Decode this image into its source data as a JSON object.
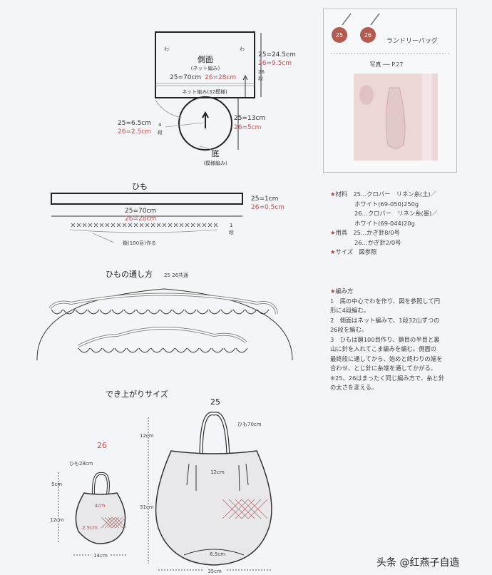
{
  "side_diagram": {
    "wa_left": "わ",
    "wa_right": "わ",
    "title": "側面",
    "subtitle": "(ネット編み)",
    "width_25": "25=70cm",
    "width_26": "26=28cm",
    "band": "ネット編み(32模様)",
    "height_25": "25=24.5cm",
    "height_26": "26=9.5cm",
    "rows_26": "26",
    "rows_unit": "段"
  },
  "bottom_diagram": {
    "radius_25": "25=6.5cm",
    "radius_26": "26=2.5cm",
    "rows": "4",
    "rows_unit": "段",
    "diameter_25": "25=13cm",
    "diameter_26": "26=5cm",
    "title": "底",
    "subtitle": "(模様編み)"
  },
  "cord_diagram": {
    "title": "ひも",
    "width_25": "25=1cm",
    "width_26": "26=0.5cm",
    "length_25": "25=70cm",
    "length_26": "26=28cm",
    "rows": "1",
    "rows_unit": "段",
    "chain_note": "鎖(100目)作る"
  },
  "threading": {
    "title": "ひもの通し方",
    "note": "25 26共通"
  },
  "finished": {
    "title": "でき上がりサイズ",
    "bag25": {
      "label": "25",
      "cord": "ひも70cm",
      "handle_h": "12cm",
      "body_h": "31cm",
      "opening": "12cm",
      "base": "6.5cm",
      "width": "35cm"
    },
    "bag26": {
      "label": "26",
      "cord": "ひも28cm",
      "handle_h": "5cm",
      "body_h": "12cm",
      "opening": "4cm",
      "base": "2.5cm",
      "width": "14cm"
    }
  },
  "panel": {
    "badge_25": "25",
    "badge_26": "26",
    "title": "ランドリーバッグ",
    "photo_ref": "写真 ── P.27"
  },
  "materials": {
    "materials_label": "材料",
    "materials_lines": [
      "25…クロバー　リネン糸(土)／",
      "ホワイト(69-050)250g",
      "26…クロバー　リネン糸(墨)／",
      "ホワイト(69-044)20g"
    ],
    "tools_label": "用具",
    "tools_lines": [
      "25…かぎ針8/0号",
      "26…かぎ針2/0号"
    ],
    "size_label": "サイズ",
    "size_value": "図参照"
  },
  "instructions": {
    "title": "編み方",
    "lines": [
      "1　底の中心でわを作り、図を参照して円",
      "形に4段編む。",
      "2　側面はネット編みで、1段32山ずつの",
      "26段を編む。",
      "3　ひもは鎖100目作り、鎖目の半目と裏",
      "山に針を入れてこま編みを編む。側面の",
      "最終段に通してから、始めと終わりの端を",
      "合わせ、とじ針に糸端を通してかがる。",
      "※25、26はまったく同じ編み方で、糸と針",
      "の太さを変える。"
    ]
  },
  "watermark": "头条 @红燕子自造",
  "colors": {
    "red": "#c0504a",
    "ink": "#333333",
    "paper": "#f3f5f8"
  }
}
